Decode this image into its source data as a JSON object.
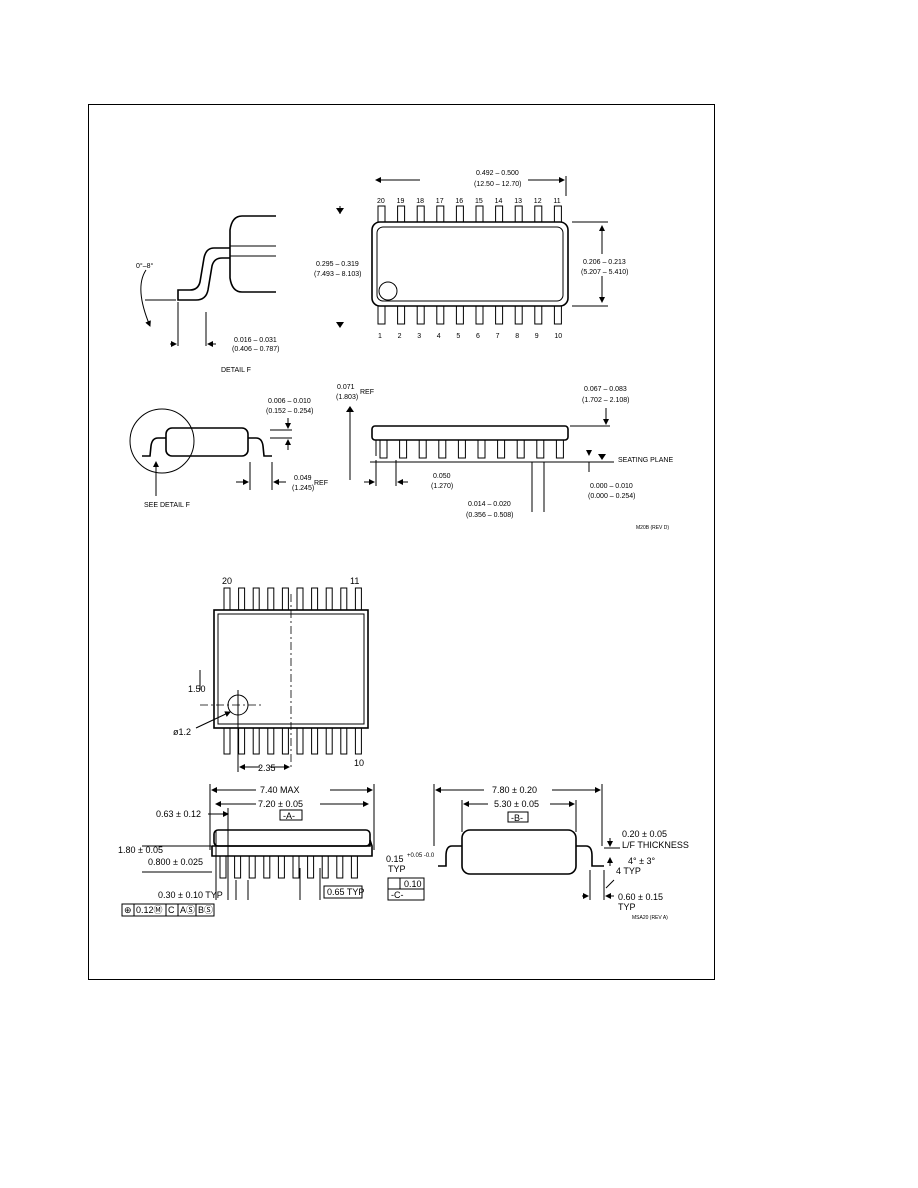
{
  "top_view": {
    "pins_top": [
      "20",
      "19",
      "18",
      "17",
      "16",
      "15",
      "14",
      "13",
      "12",
      "11"
    ],
    "pins_bottom": [
      "1",
      "2",
      "3",
      "4",
      "5",
      "6",
      "7",
      "8",
      "9",
      "10"
    ],
    "length_in": "0.492 – 0.500",
    "length_mm": "(12.50 – 12.70)",
    "width_in": "0.295 – 0.319",
    "width_mm": "(7.493 – 8.103)",
    "body_width_in": "0.206 – 0.213",
    "body_width_mm": "(5.207 – 5.410)"
  },
  "detail_f": {
    "angle": "0°–8°",
    "foot_in": "0.016 – 0.031",
    "foot_mm": "(0.406 – 0.787)",
    "title": "DETAIL F"
  },
  "side_view": {
    "lead_thk_in": "0.006 – 0.010",
    "lead_thk_mm": "(0.152 – 0.254)",
    "ref1_in": "0.071",
    "ref1_mm": "(1.803)",
    "ref_word": "REF",
    "height_in": "0.067 – 0.083",
    "height_mm": "(1.702 – 2.108)",
    "seating_plane": "SEATING PLANE",
    "foot_ref_in": "0.049",
    "foot_ref_mm": "(1.245)",
    "pitch_in": "0.050",
    "pitch_mm": "(1.270)",
    "standoff_in": "0.000 – 0.010",
    "standoff_mm": "(0.000 – 0.254)",
    "lead_w_in": "0.014 – 0.020",
    "lead_w_mm": "(0.356 – 0.508)",
    "see_detail": "SEE DETAIL F",
    "drawing_id": "M20B (REV D)"
  },
  "metric_view": {
    "pin20": "20",
    "pin11": "11",
    "pin10": "10",
    "dim_150": "1.50",
    "dim_dia": "ø1.2",
    "dim_235": "2.35",
    "overall": "7.40 MAX",
    "body_len": "7.20 ± 0.05",
    "datum_a": "-A-",
    "end_off": "0.63 ± 0.12",
    "height": "1.80 ± 0.05",
    "body_h": "0.800 ± 0.025",
    "lead_w": "0.30 ± 0.10 TYP",
    "pitch": "0.65 TYP",
    "thk": "0.15",
    "thk_tol": "+0.05 -0.0",
    "typ": "TYP",
    "flat": "0.10",
    "datum_c": "-C-",
    "tol_frame": [
      "⊕",
      "0.12Ⓜ",
      "C",
      "AⓈ",
      "BⓈ"
    ]
  },
  "metric_end": {
    "overall": "7.80 ± 0.20",
    "body": "5.30 ± 0.05",
    "datum_b": "-B-",
    "lf_thk": "0.20 ± 0.05",
    "lf_word": "L/F THICKNESS",
    "angle": "4° ± 3°",
    "angle_typ": "4 TYP",
    "foot": "0.60 ± 0.15",
    "foot_typ": "TYP",
    "drawing_id": "MSA20 (REV A)"
  }
}
